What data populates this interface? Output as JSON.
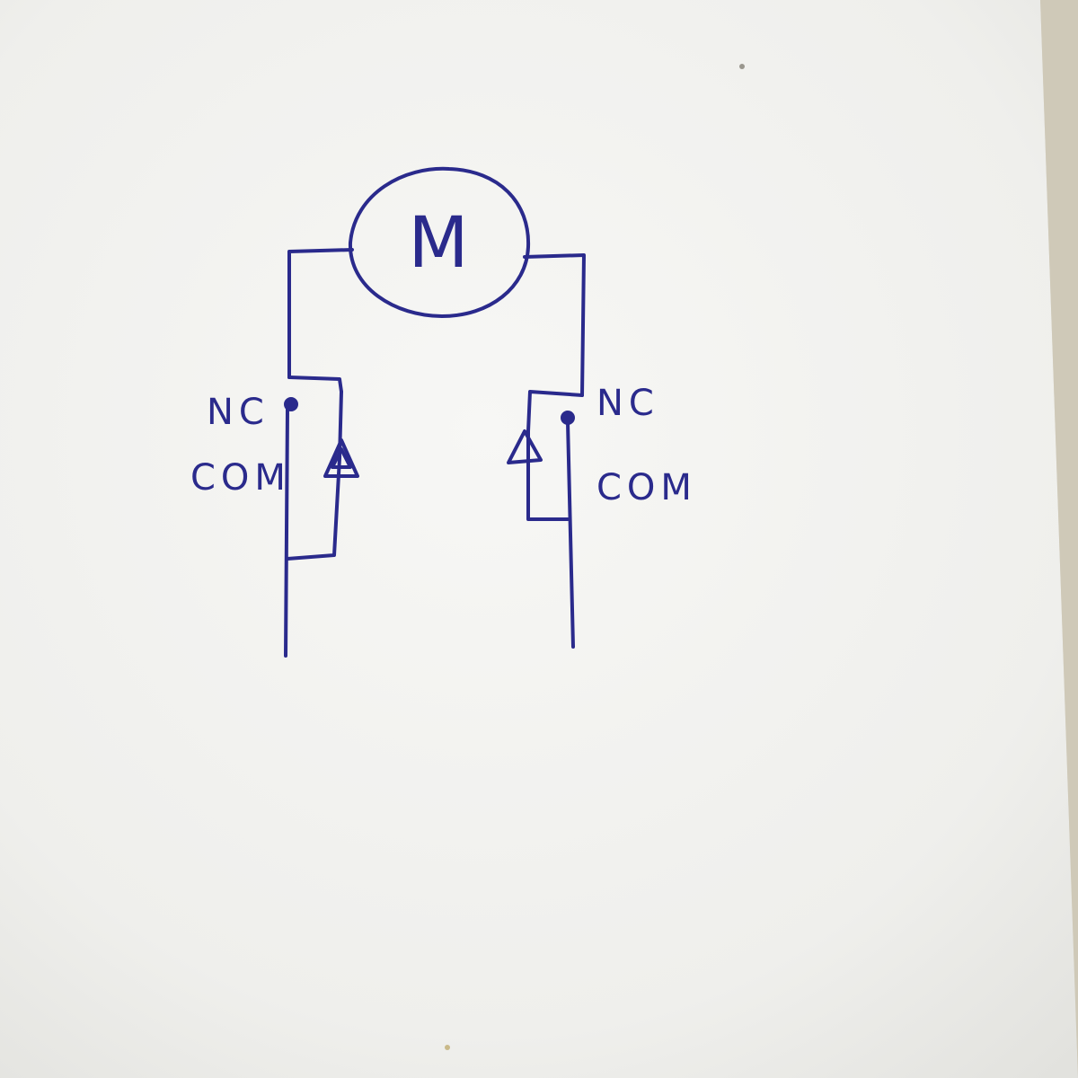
{
  "diagram": {
    "motor": {
      "label": "M"
    },
    "left_switch": {
      "nc_label": "NC",
      "com_label": "COM"
    },
    "right_switch": {
      "nc_label": "NC",
      "com_label": "COM"
    },
    "colors": {
      "ink": "#2a2a8c",
      "paper": "#f4f4f2"
    }
  }
}
